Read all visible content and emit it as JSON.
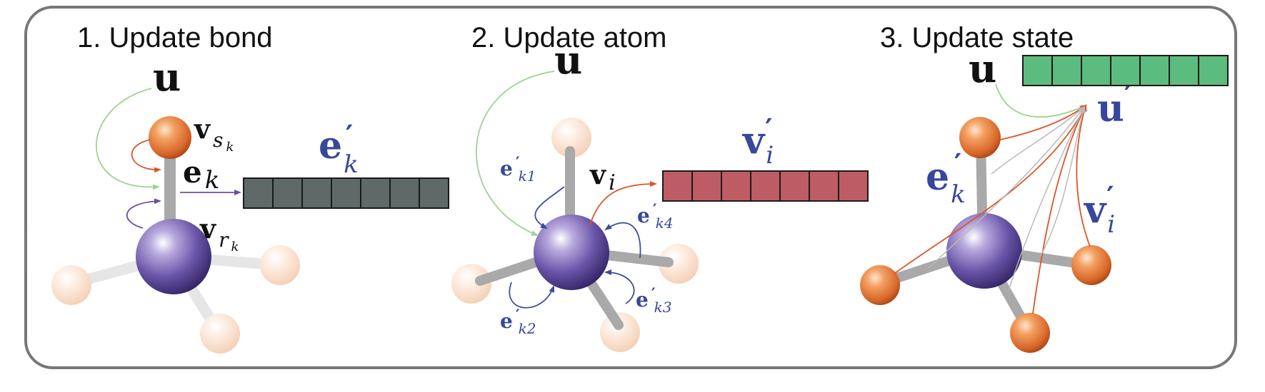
{
  "panels": [
    {
      "id": "bond",
      "title": "1. Update bond"
    },
    {
      "id": "atom",
      "title": "2. Update atom"
    },
    {
      "id": "state",
      "title": "3. Update state"
    }
  ],
  "symbols": {
    "u": "u",
    "v": "v",
    "e": "e",
    "prime": "′",
    "sub_sk": "s",
    "sub_sk_k": "k",
    "sub_rk": "r",
    "sub_rk_k": "k",
    "sub_k": "k",
    "sub_i": "i",
    "sub_k1": "k1",
    "sub_k2": "k2",
    "sub_k3": "k3",
    "sub_k4": "k4"
  },
  "vectors": {
    "bond_cells": 7,
    "atom_cells": 7,
    "state_cells": 7
  },
  "colors": {
    "bond_vector": "#5f6a68",
    "atom_vector": "#be5c66",
    "state_vector": "#5cbb7e",
    "central_atom": "#6a55a8",
    "bonded_atom": "#e07a33",
    "faded_atom": "#f9dcc8",
    "label_blue": "#38479c",
    "arrow_green": "#9ed48f",
    "arrow_orange": "#d9572a",
    "arrow_purple": "#6d4f9e",
    "frame": "#777777"
  }
}
